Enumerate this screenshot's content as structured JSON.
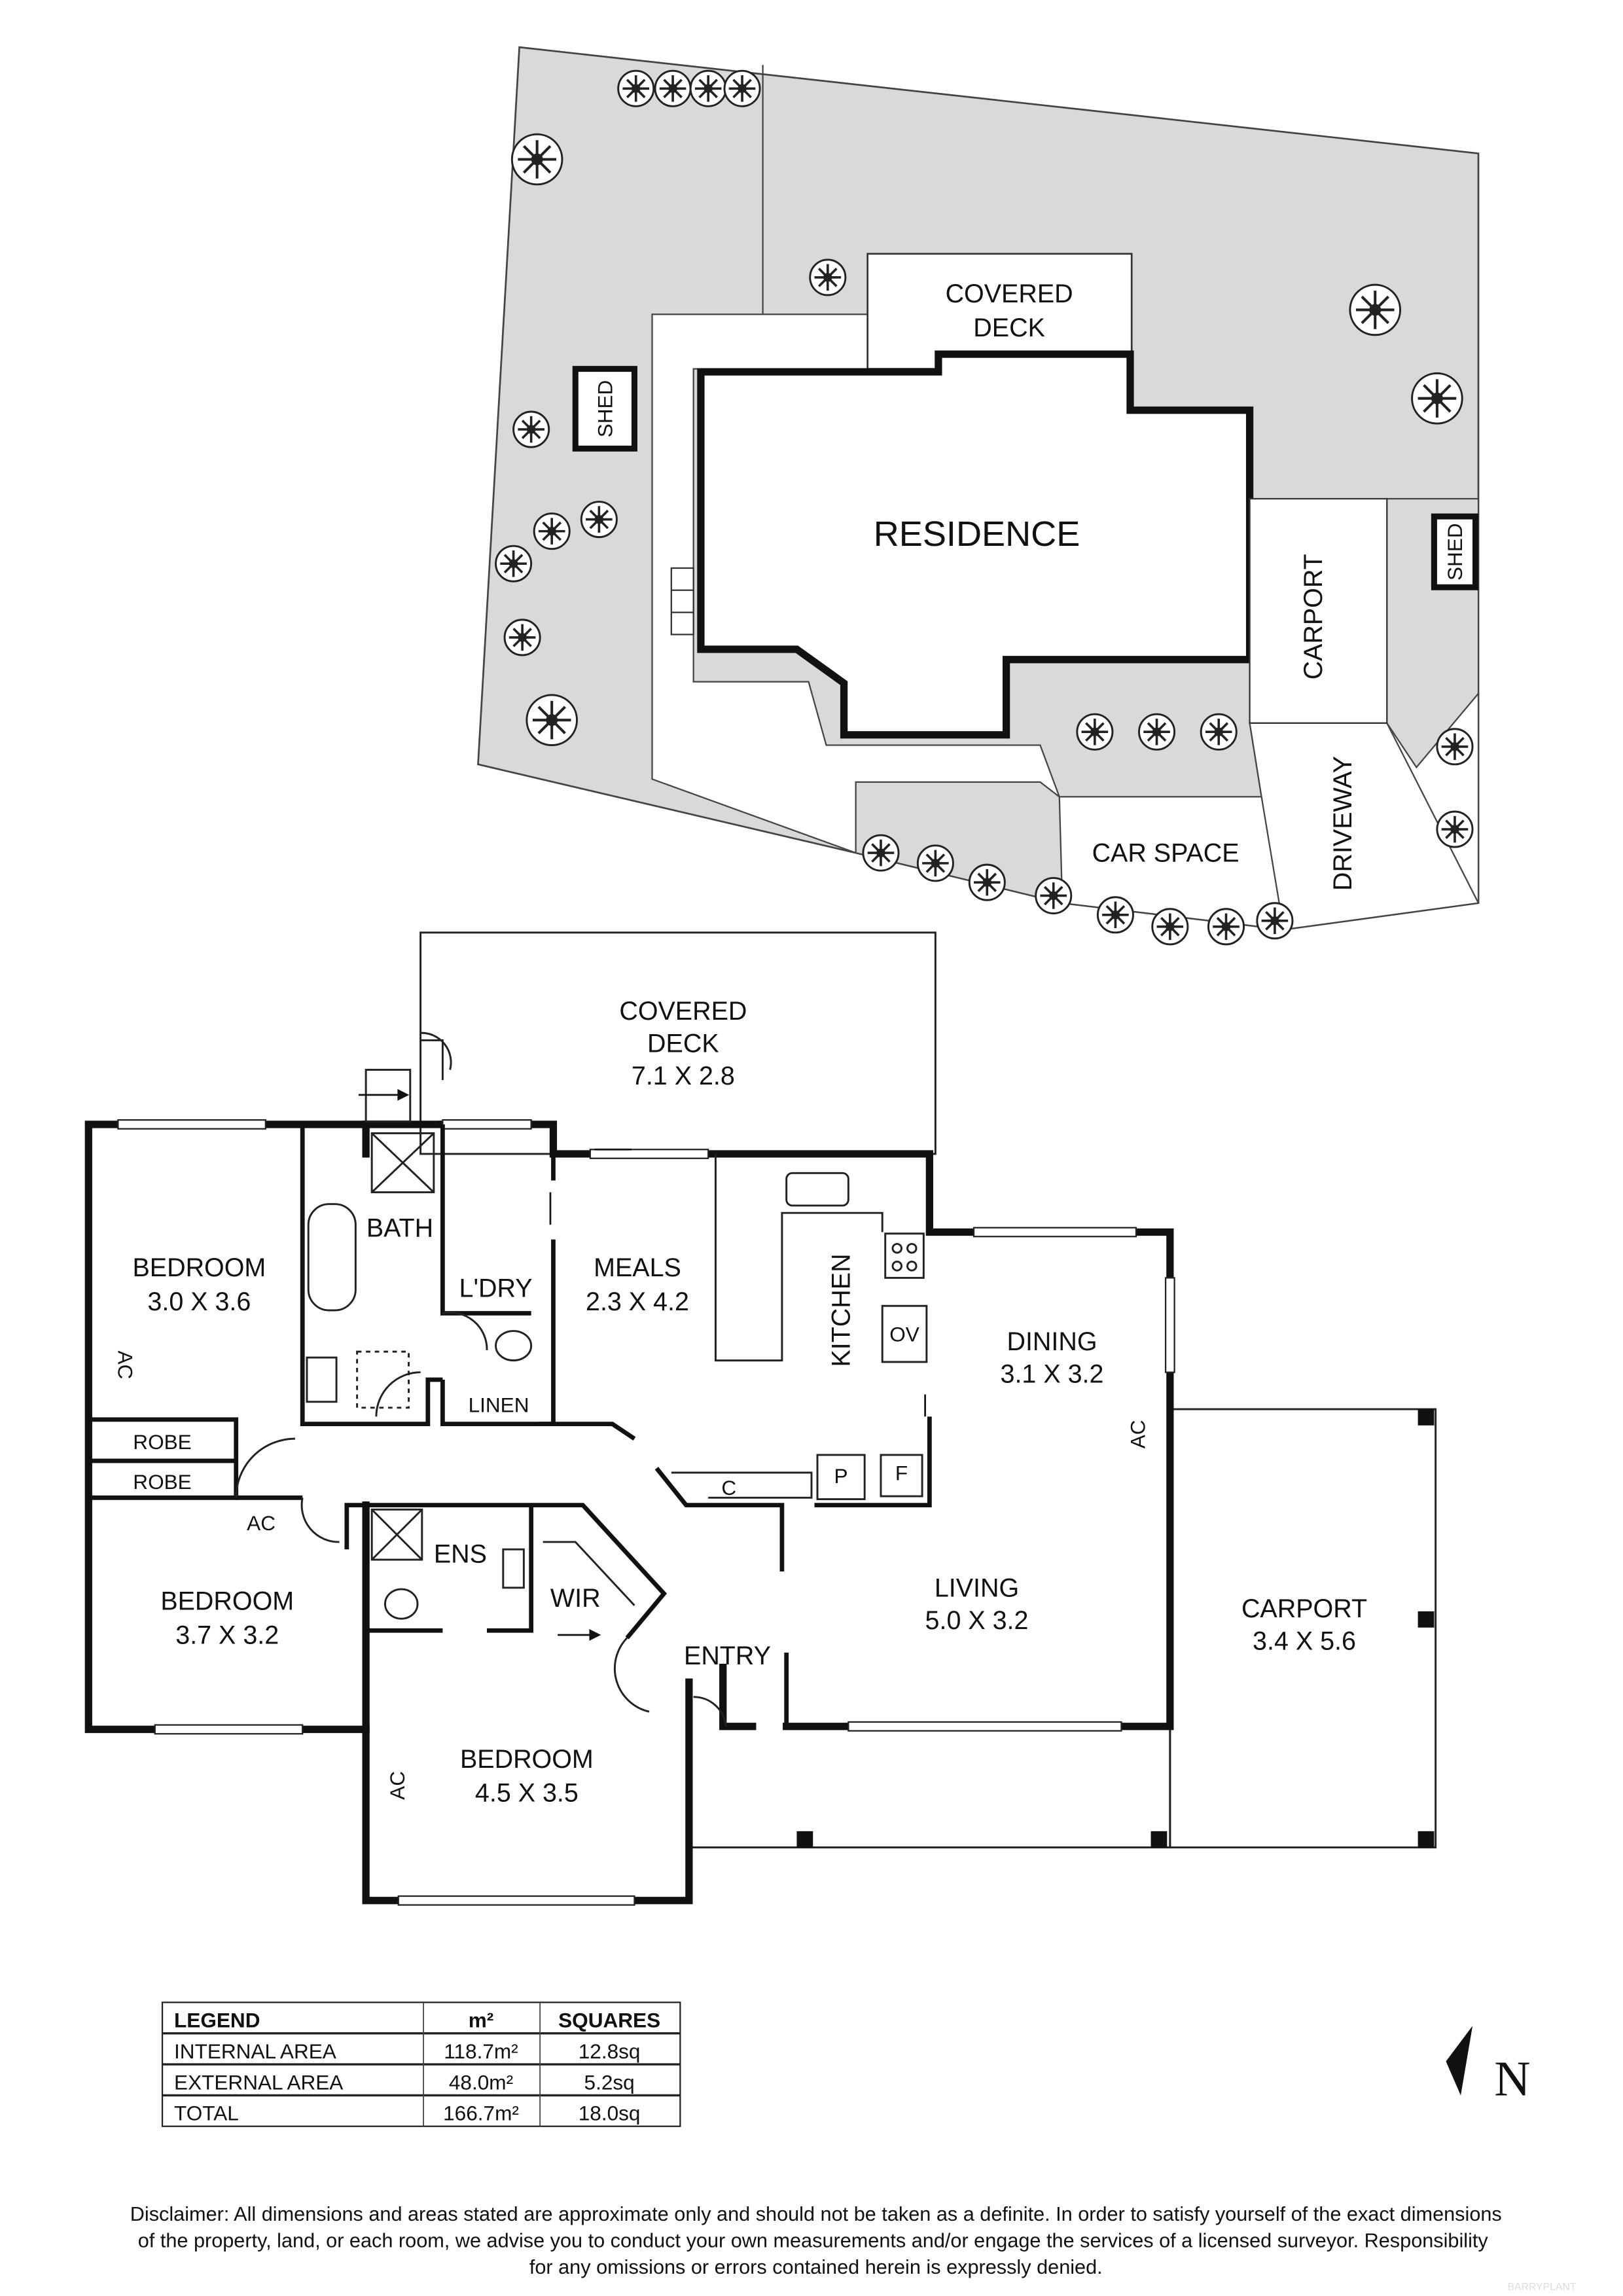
{
  "site_plan": {
    "labels": {
      "covered_deck_1": "COVERED",
      "covered_deck_2": "DECK",
      "residence": "RESIDENCE",
      "shed_left": "SHED",
      "shed_right": "SHED",
      "carport": "CARPORT",
      "car_space": "CAR SPACE",
      "driveway": "DRIVEWAY"
    },
    "colors": {
      "lawn": "#d9d9d9",
      "paving": "#ffffff",
      "walls": "#111111"
    }
  },
  "floor_plan": {
    "rooms": {
      "covered_deck": {
        "name1": "COVERED",
        "name2": "DECK",
        "size": "7.1 X 2.8"
      },
      "bedroom1": {
        "name": "BEDROOM",
        "size": "3.0 X 3.6"
      },
      "bath": {
        "name": "BATH"
      },
      "laundry": {
        "name": "L'DRY"
      },
      "meals": {
        "name": "MEALS",
        "size": "2.3 X 4.2"
      },
      "kitchen": {
        "name": "KITCHEN"
      },
      "dining": {
        "name": "DINING",
        "size": "3.1 X 3.2"
      },
      "linen": {
        "name": "LINEN"
      },
      "robe1": {
        "name": "ROBE"
      },
      "robe2": {
        "name": "ROBE"
      },
      "bedroom2": {
        "name": "BEDROOM",
        "size": "3.7 X 3.2"
      },
      "ensuite": {
        "name": "ENS"
      },
      "wir": {
        "name": "WIR"
      },
      "entry": {
        "name": "ENTRY"
      },
      "living": {
        "name": "LIVING",
        "size": "5.0 X 3.2"
      },
      "carport": {
        "name": "CARPORT",
        "size": "3.4 X 5.6"
      },
      "bedroom3": {
        "name": "BEDROOM",
        "size": "4.5 X 3.5"
      }
    },
    "fixtures": {
      "oven": "OV",
      "pantry": "P",
      "fridge": "F",
      "cupboard": "C",
      "ac": "AC"
    }
  },
  "legend": {
    "headers": [
      "LEGEND",
      "m²",
      "SQUARES"
    ],
    "rows": [
      [
        "INTERNAL AREA",
        "118.7m²",
        "12.8sq"
      ],
      [
        "EXTERNAL AREA",
        "48.0m²",
        "5.2sq"
      ],
      [
        "TOTAL",
        "166.7m²",
        "18.0sq"
      ]
    ]
  },
  "north": {
    "label": "N"
  },
  "disclaimer": [
    "Disclaimer: All dimensions and areas stated are approximate only and should not be taken as a definite. In order to satisfy yourself of the exact dimensions",
    "of the property, land, or each room, we advise you to conduct your own measurements and/or engage the services of a licensed surveyor. Responsibility",
    "for any omissions or errors contained herein is expressly denied."
  ],
  "watermark": "BARRYPLANT"
}
